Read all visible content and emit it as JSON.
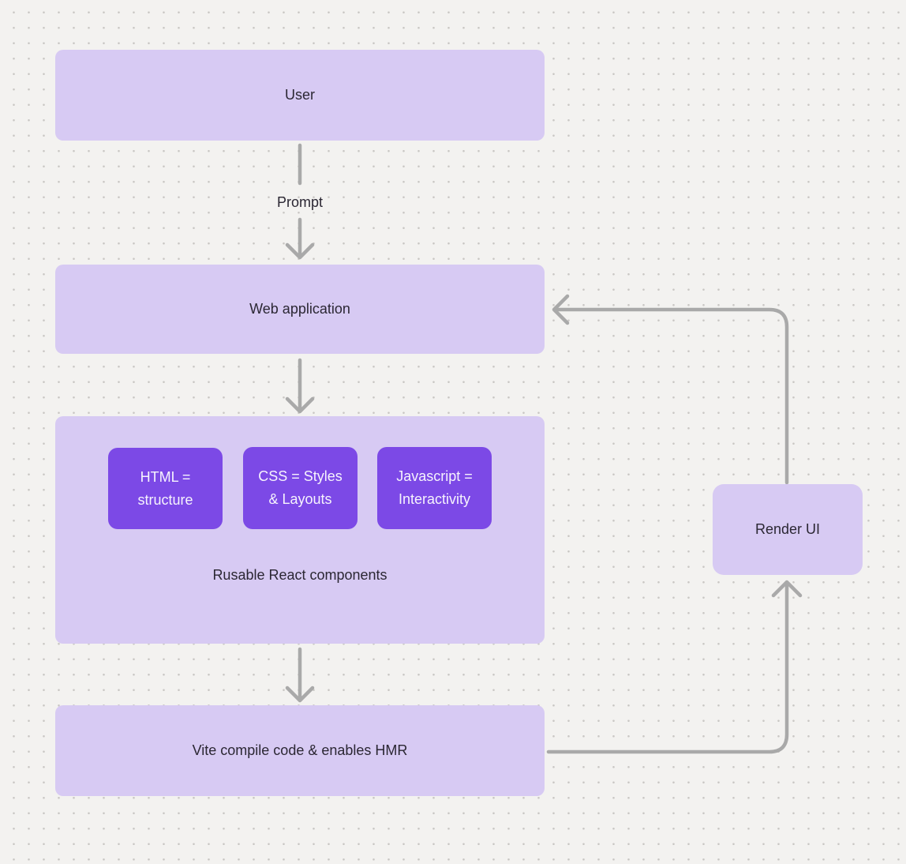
{
  "diagram": {
    "nodes": {
      "user": {
        "label": "User"
      },
      "web_application": {
        "label": "Web application"
      },
      "components_group": {
        "caption": "Rusable React components",
        "children": [
          {
            "name": "html",
            "lines": [
              "HTML =",
              "structure"
            ]
          },
          {
            "name": "css",
            "lines": [
              "CSS = Styles",
              "& Layouts"
            ]
          },
          {
            "name": "javascript",
            "lines": [
              "Javascript =",
              "Interactivity"
            ]
          }
        ]
      },
      "vite": {
        "label": "Vite compile code & enables HMR"
      },
      "render_ui": {
        "label": "Render UI"
      }
    },
    "edges": {
      "prompt_label": "Prompt"
    },
    "colors": {
      "background": "#f3f2f0",
      "dot": "#c9c7c4",
      "node_light": "#d7caf3",
      "node_dark": "#7c49e6",
      "connector": "#a9a9a9",
      "text_dark": "#2b2733",
      "text_light": "#f6f3fd"
    }
  }
}
